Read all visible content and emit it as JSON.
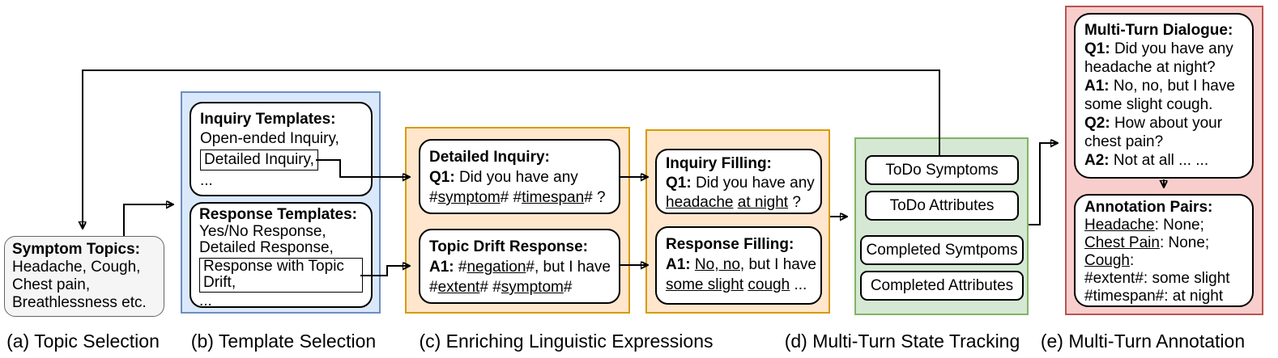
{
  "colors": {
    "blue_fill": "#dae8fc",
    "blue_stroke": "#6c8ebf",
    "orange_fill": "#ffe6cc",
    "orange_stroke": "#d79b00",
    "green_fill": "#d5e8d4",
    "green_stroke": "#82b366",
    "red_fill": "#f8cecc",
    "red_stroke": "#b85450",
    "gray_fill": "#f5f5f5",
    "gray_stroke": "#666666",
    "line": "#000000"
  },
  "captions": {
    "a": "(a) Topic Selection",
    "b": "(b) Template Selection",
    "c": "(c) Enriching Linguistic Expressions",
    "d": "(d) Multi-Turn State Tracking",
    "e": "(e) Multi-Turn Annotation"
  },
  "topic": {
    "box": [
      {
        "segs": [
          {
            "t": "Symptom Topics:",
            "b": true
          }
        ]
      },
      {
        "segs": [
          {
            "t": "Headache, Cough,"
          }
        ]
      },
      {
        "segs": [
          {
            "t": "Chest pain,"
          }
        ]
      },
      {
        "segs": [
          {
            "t": "Breathlessness etc."
          }
        ]
      }
    ]
  },
  "templates": {
    "inquiry": [
      {
        "segs": [
          {
            "t": "Inquiry Templates:",
            "b": true
          }
        ]
      },
      {
        "segs": [
          {
            "t": "Open-ended Inquiry,"
          }
        ]
      },
      {
        "boxed": true,
        "segs": [
          {
            "t": "Detailed Inquiry,"
          }
        ]
      },
      {
        "segs": [
          {
            "t": "..."
          }
        ]
      }
    ],
    "response": [
      {
        "segs": [
          {
            "t": "Response Templates:",
            "b": true
          }
        ]
      },
      {
        "segs": [
          {
            "t": "Yes/No Response,"
          }
        ]
      },
      {
        "segs": [
          {
            "t": "Detailed Response,"
          }
        ]
      },
      {
        "boxed": true,
        "segs": [
          {
            "t": "Response with Topic Drift,"
          }
        ]
      },
      {
        "segs": [
          {
            "t": "..."
          }
        ]
      }
    ]
  },
  "enrich": {
    "detailed_inquiry": [
      {
        "segs": [
          {
            "t": "Detailed Inquiry:",
            "b": true
          }
        ]
      },
      {
        "segs": [
          {
            "t": "Q1: ",
            "b": true
          },
          {
            "t": "Did you have any"
          }
        ]
      },
      {
        "segs": [
          {
            "t": "#"
          },
          {
            "t": "symptom",
            "u": true
          },
          {
            "t": "# #"
          },
          {
            "t": "timespan",
            "u": true
          },
          {
            "t": "# ?"
          }
        ]
      }
    ],
    "topic_drift": [
      {
        "segs": [
          {
            "t": "Topic Drift Response:",
            "b": true
          }
        ]
      },
      {
        "segs": [
          {
            "t": "A1: ",
            "b": true
          },
          {
            "t": "#"
          },
          {
            "t": "negation",
            "u": true
          },
          {
            "t": "#, but I have"
          }
        ]
      },
      {
        "segs": [
          {
            "t": "#"
          },
          {
            "t": "extent",
            "u": true
          },
          {
            "t": "# #"
          },
          {
            "t": "symptom",
            "u": true
          },
          {
            "t": "#"
          }
        ]
      }
    ],
    "inquiry_filling": [
      {
        "segs": [
          {
            "t": "Inquiry Filling:",
            "b": true
          }
        ]
      },
      {
        "segs": [
          {
            "t": "Q1: ",
            "b": true
          },
          {
            "t": "Did you have any"
          }
        ]
      },
      {
        "segs": [
          {
            "t": "headache",
            "u": true
          },
          {
            "t": " "
          },
          {
            "t": "at night",
            "u": true
          },
          {
            "t": " ?"
          }
        ]
      }
    ],
    "response_filling": [
      {
        "segs": [
          {
            "t": "Response Filling:",
            "b": true
          }
        ]
      },
      {
        "segs": [
          {
            "t": "A1: ",
            "b": true
          },
          {
            "t": "No, no",
            "u": true
          },
          {
            "t": ", but I have"
          }
        ]
      },
      {
        "segs": [
          {
            "t": "some slight",
            "u": true
          },
          {
            "t": " "
          },
          {
            "t": "cough",
            "u": true
          },
          {
            "t": " ..."
          }
        ]
      }
    ]
  },
  "state": {
    "items": [
      {
        "label": "ToDo Symptoms"
      },
      {
        "label": "ToDo Attributes"
      },
      {
        "label": "Completed Symtpoms"
      },
      {
        "label": "Completed Attributes"
      }
    ]
  },
  "annotation": {
    "dialogue": [
      {
        "segs": [
          {
            "t": "Multi-Turn Dialogue:",
            "b": true
          }
        ]
      },
      {
        "segs": [
          {
            "t": "Q1: ",
            "b": true
          },
          {
            "t": "Did you have any"
          }
        ]
      },
      {
        "segs": [
          {
            "t": "headache at night?"
          }
        ]
      },
      {
        "segs": [
          {
            "t": "A1: ",
            "b": true
          },
          {
            "t": "No, no, but I have"
          }
        ]
      },
      {
        "segs": [
          {
            "t": "some slight cough."
          }
        ]
      },
      {
        "segs": [
          {
            "t": "Q2: ",
            "b": true
          },
          {
            "t": "How about your"
          }
        ]
      },
      {
        "segs": [
          {
            "t": "chest pain?"
          }
        ]
      },
      {
        "segs": [
          {
            "t": "A2: ",
            "b": true
          },
          {
            "t": "Not at all ... ..."
          }
        ]
      }
    ],
    "pairs": [
      {
        "segs": [
          {
            "t": "Annotation Pairs:",
            "b": true
          }
        ]
      },
      {
        "segs": [
          {
            "t": "Headache",
            "u": true
          },
          {
            "t": ": None;"
          }
        ]
      },
      {
        "segs": [
          {
            "t": "Chest Pain",
            "u": true
          },
          {
            "t": ": None;"
          }
        ]
      },
      {
        "segs": [
          {
            "t": "Cough",
            "u": true
          },
          {
            "t": ":"
          }
        ]
      },
      {
        "segs": [
          {
            "t": "#extent#: some slight"
          }
        ]
      },
      {
        "segs": [
          {
            "t": "#timespan#: at night"
          }
        ]
      }
    ]
  }
}
